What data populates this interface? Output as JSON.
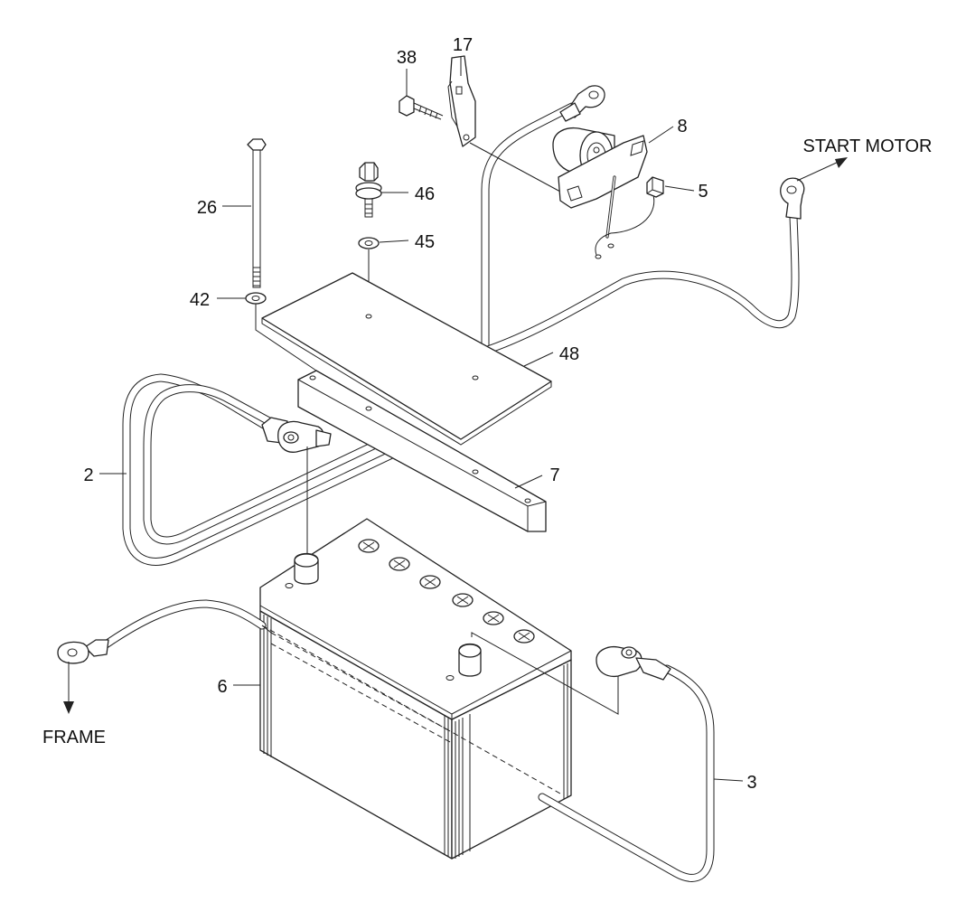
{
  "diagram": {
    "callouts": {
      "c38": "38",
      "c17": "17",
      "c8": "8",
      "c5": "5",
      "c26": "26",
      "c46": "46",
      "c45": "45",
      "c42": "42",
      "c48": "48",
      "c2": "2",
      "c7": "7",
      "c6": "6",
      "c3": "3"
    },
    "labels": {
      "start_motor": "START MOTOR",
      "frame": "FRAME"
    },
    "colors": {
      "line": "#222222",
      "background": "#ffffff"
    }
  }
}
